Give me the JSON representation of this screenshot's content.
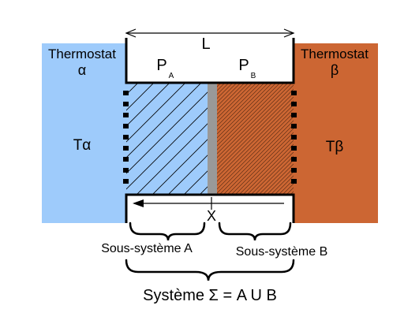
{
  "thermostat_alpha": {
    "title": "Thermostat",
    "greek": "α",
    "temperature": "Tα",
    "color": "#9ecbfb"
  },
  "thermostat_beta": {
    "title": "Thermostat",
    "greek": "β",
    "temperature": "Tβ",
    "color": "#cc6633"
  },
  "length_label": "L",
  "pressure_a": {
    "symbol": "P",
    "subscript": "A"
  },
  "pressure_b": {
    "symbol": "P",
    "subscript": "B"
  },
  "position_label": "X",
  "subsystem_a": {
    "label": "Sous-système A",
    "color": "#9ecbfb"
  },
  "subsystem_b": {
    "label": "Sous-système B",
    "color": "#cc6633"
  },
  "piston_color": "#999999",
  "system_label": "Système Σ = A U B"
}
